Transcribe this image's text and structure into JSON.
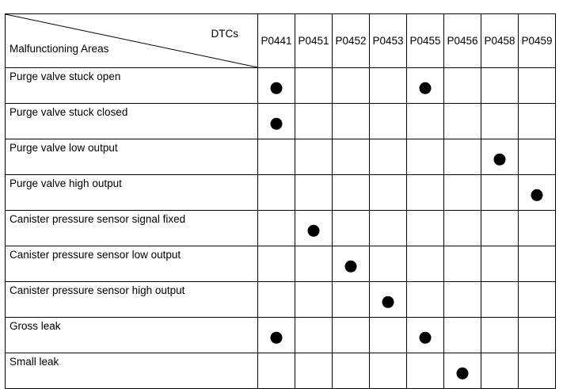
{
  "table": {
    "corner_top_label": "DTCs",
    "corner_bottom_label": "Malfunctioning Areas",
    "codes": [
      "P0441",
      "P0451",
      "P0452",
      "P0453",
      "P0455",
      "P0456",
      "P0458",
      "P0459"
    ],
    "rows": [
      {
        "label": "Purge valve stuck open",
        "marked_codes": [
          "P0441",
          "P0455"
        ]
      },
      {
        "label": "Purge valve stuck closed",
        "marked_codes": [
          "P0441"
        ]
      },
      {
        "label": "Purge valve low output",
        "marked_codes": [
          "P0458"
        ]
      },
      {
        "label": "Purge valve high output",
        "marked_codes": [
          "P0459"
        ]
      },
      {
        "label": "Canister pressure sensor signal fixed",
        "marked_codes": [
          "P0451"
        ]
      },
      {
        "label": "Canister pressure sensor low output",
        "marked_codes": [
          "P0452"
        ]
      },
      {
        "label": "Canister pressure sensor high output",
        "marked_codes": [
          "P0453"
        ]
      },
      {
        "label": "Gross leak",
        "marked_codes": [
          "P0441",
          "P0455"
        ]
      },
      {
        "label": "Small leak",
        "marked_codes": [
          "P0456"
        ]
      }
    ]
  }
}
